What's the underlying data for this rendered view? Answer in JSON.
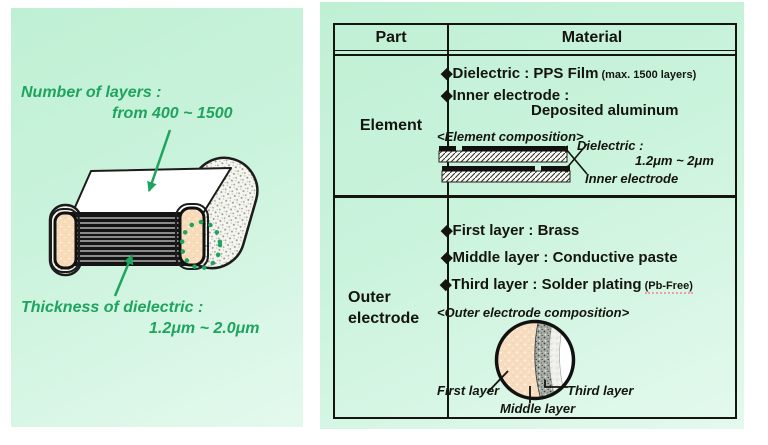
{
  "colors": {
    "panel_mint": "#caf3dc",
    "accent_green": "#1fa45f",
    "cap_peach": "#f8dcba",
    "ink": "#15150f",
    "spellcheck_underline": "#ef9f9f"
  },
  "left_panel": {
    "layers_note": {
      "line1": "Number of layers :",
      "line2": "from 400 ~ 1500"
    },
    "thickness_note": {
      "line1": "Thickness of dielectric :",
      "line2": "1.2μm ~ 2.0μm"
    }
  },
  "table": {
    "bullet_char": "◆",
    "header": {
      "part": "Part",
      "material": "Material"
    },
    "element_row": {
      "part_label": "Element",
      "dielectric_main": "Dielectric : PPS Film",
      "dielectric_note": "(max. 1500 layers)",
      "inner_electrode_main": "Inner electrode :",
      "inner_electrode_value": "Deposited aluminum",
      "caption": "<Element composition>",
      "diagram": {
        "dielectric_label": "Dielectric :",
        "dielectric_value": "1.2μm ~ 2μm",
        "inner_electrode_label": "Inner electrode"
      }
    },
    "outer_row": {
      "part_label_line1": "Outer",
      "part_label_line2": "electrode",
      "first_layer": "First layer : Brass",
      "middle_layer": "Middle layer : Conductive paste",
      "third_layer_main": "Third layer : Solder plating",
      "third_layer_note": "(Pb-Free)",
      "caption": "<Outer electrode composition>",
      "diagram": {
        "first_label": "First layer",
        "middle_label": "Middle layer",
        "third_label": "Third layer"
      }
    }
  }
}
